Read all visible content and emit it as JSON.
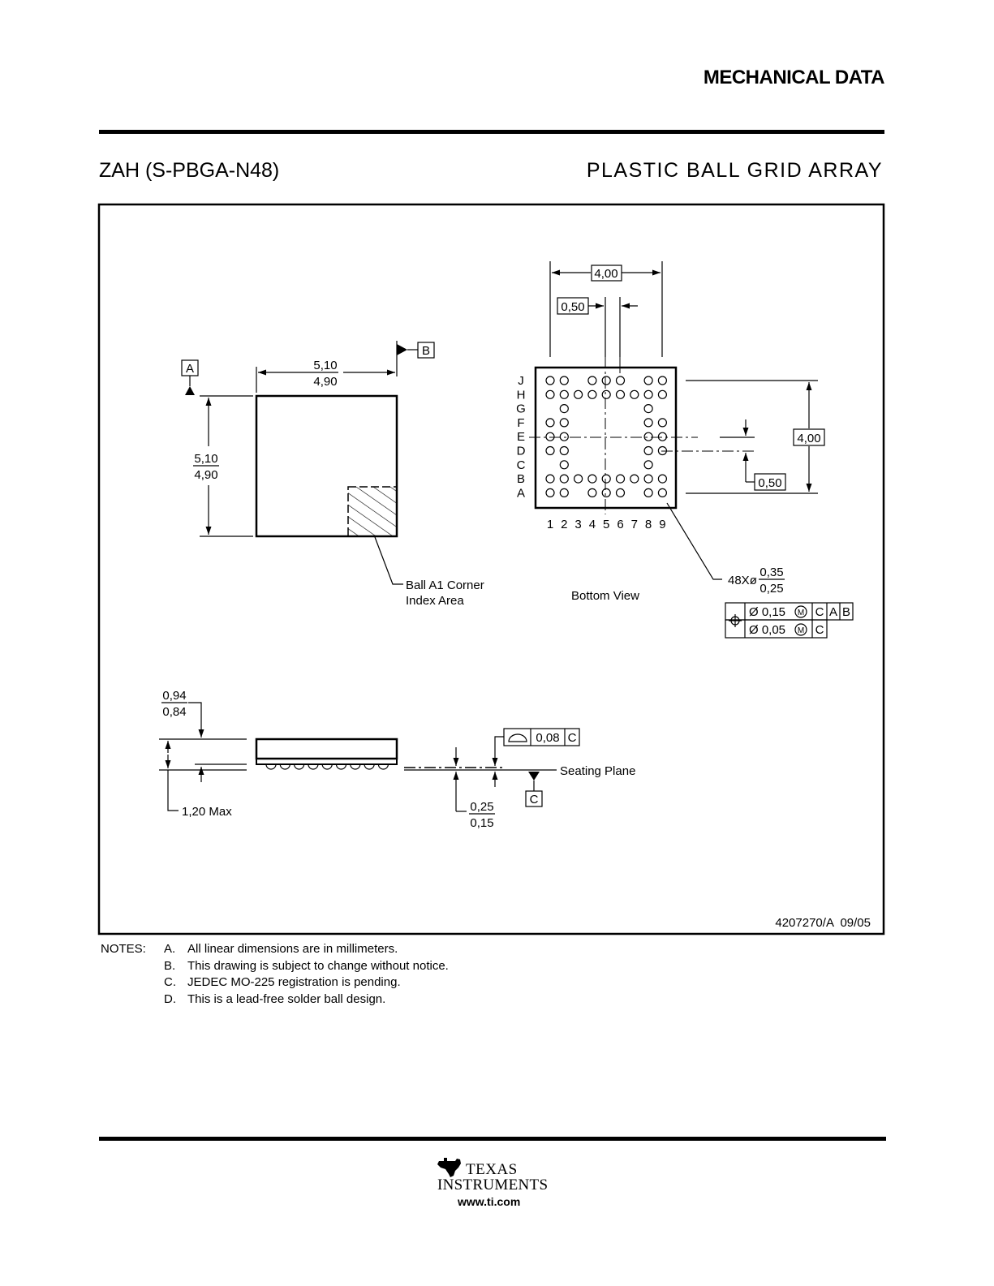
{
  "header": {
    "title": "MECHANICAL DATA"
  },
  "package": {
    "code": "ZAH (S-PBGA-N48)",
    "type": "PLASTIC BALL GRID ARRAY"
  },
  "drawing": {
    "top_view": {
      "datum_a": "A",
      "datum_b": "B",
      "width_max": "5,10",
      "width_min": "4,90",
      "height_max": "5,10",
      "height_min": "4,90",
      "index_label_1": "Ball A1 Corner",
      "index_label_2": "Index Area"
    },
    "bottom_view": {
      "title": "Bottom View",
      "span_x": "4,00",
      "pitch_x": "0,50",
      "span_y": "4,00",
      "pitch_y": "0,50",
      "rows": [
        "J",
        "H",
        "G",
        "F",
        "E",
        "D",
        "C",
        "B",
        "A"
      ],
      "columns": [
        "1",
        "2",
        "3",
        "4",
        "5",
        "6",
        "7",
        "8",
        "9"
      ],
      "ball_count": "48Xø",
      "ball_dia_max": "0,35",
      "ball_dia_min": "0,25",
      "tol1_dia": "Ø 0,15",
      "tol1_mod": "M",
      "tol1_datums": [
        "C",
        "A",
        "B"
      ],
      "tol2_dia": "Ø 0,05",
      "tol2_mod": "M",
      "tol2_datum": "C"
    },
    "side_view": {
      "body_max": "0,94",
      "body_min": "0,84",
      "total_height": "1,20 Max",
      "coplanarity": "0,08",
      "coplanarity_datum": "C",
      "seating_plane": "Seating Plane",
      "datum_c": "C",
      "standoff_max": "0,25",
      "standoff_min": "0,15"
    },
    "doc_number": "4207270/A  09/05"
  },
  "notes": {
    "label": "NOTES:",
    "items": [
      {
        "letter": "A.",
        "text": "All linear dimensions are in millimeters."
      },
      {
        "letter": "B.",
        "text": "This drawing is subject to change without notice."
      },
      {
        "letter": "C.",
        "text": "JEDEC MO-225 registration is pending."
      },
      {
        "letter": "D.",
        "text": "This is a lead-free solder ball design."
      }
    ]
  },
  "footer": {
    "company_line1": "TEXAS",
    "company_line2": "INSTRUMENTS",
    "url": "www.ti.com"
  }
}
